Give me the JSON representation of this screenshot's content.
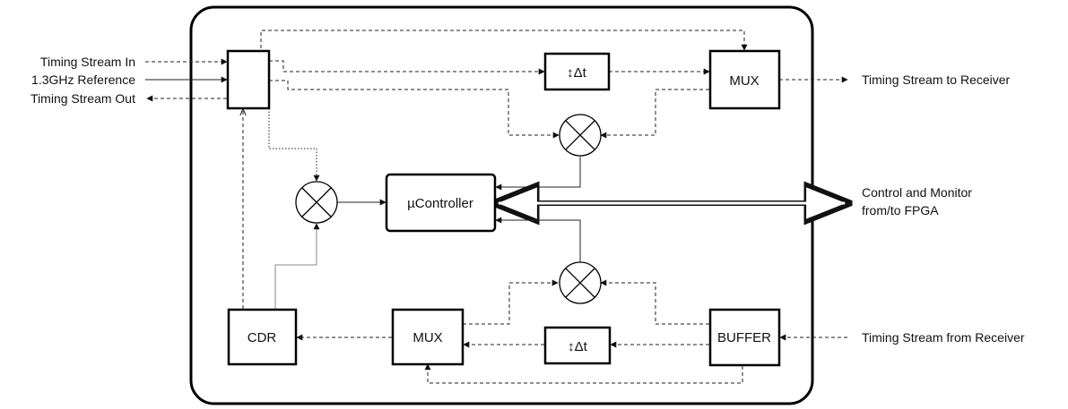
{
  "blocks": {
    "delay_top": "↕Δt",
    "mux_top": "MUX",
    "controller": "µController",
    "cdr": "CDR",
    "mux_bottom": "MUX",
    "delay_bottom": "↕Δt",
    "buffer": "BUFFER"
  },
  "labels": {
    "timing_in": "Timing Stream In",
    "reference": "1.3GHz Reference",
    "timing_out": "Timing Stream Out",
    "to_receiver": "Timing Stream to Receiver",
    "control_line1": "Control and Monitor",
    "control_line2": "from/to FPGA",
    "from_receiver": "Timing Stream from Receiver"
  }
}
